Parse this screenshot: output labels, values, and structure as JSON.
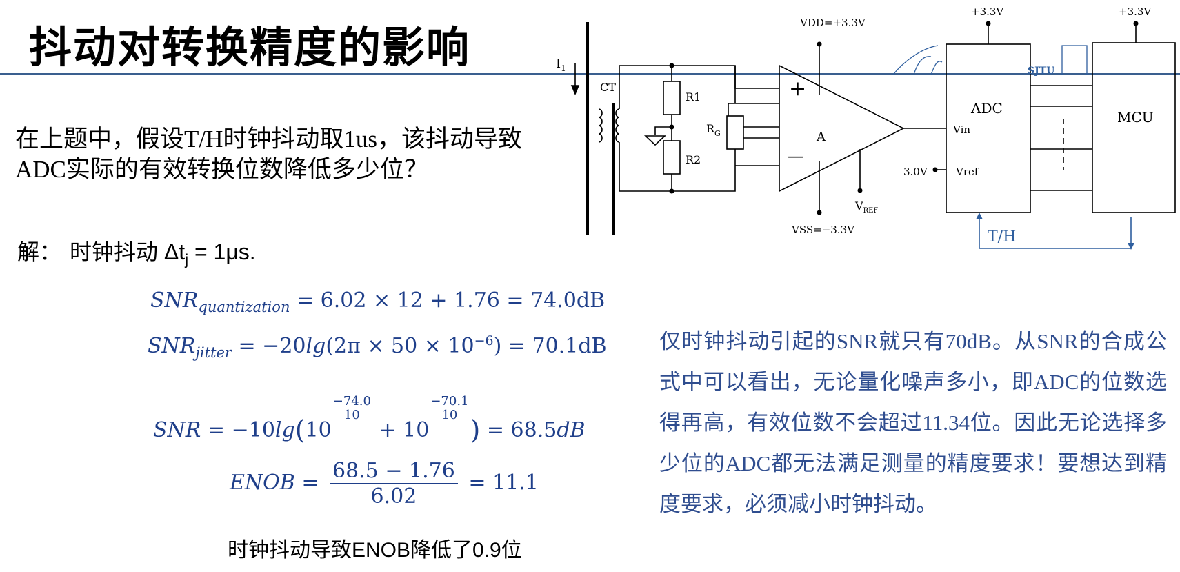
{
  "slide": {
    "title": "抖动对转换精度的影响",
    "question": "在上题中，假设T/H时钟抖动取1us，该抖动导致ADC实际的有效转换位数降低多少位？",
    "solution_label": "解：",
    "solution_text": "时钟抖动 Δt",
    "solution_sub": "j",
    "solution_tail": " = 1μs.",
    "result_text": "时钟抖动导致ENOB降低了0.9位",
    "explanation": "仅时钟抖动引起的SNR就只有70dB。从SNR的合成公式中可以看出，无论量化噪声多小，即ADC的位数选得再高，有效位数不会超过11.34位。因此无论选择多少位的ADC都无法满足测量的精度要求！要想达到精度要求，必须减小时钟抖动。"
  },
  "equations": {
    "eq1": {
      "lhs": "SNR",
      "lhs_sub": "quantization",
      "rhs": " = 6.02 × 12 + 1.76 = 74.0dB"
    },
    "eq2": {
      "lhs": "SNR",
      "lhs_sub": "jitter",
      "rhs_a": " = −20",
      "lg": "lg",
      "rhs_b": "(2π × 50 × 10",
      "exp": "−6",
      "rhs_c": ") = 70.1dB"
    },
    "eq3": {
      "lhs": "SNR",
      "rhs_a": " = −10",
      "lg": "lg",
      "paren_open": "(",
      "base1": "10",
      "exp1_num": "−74.0",
      "exp1_den": "10",
      "plus": " + ",
      "base2": "10",
      "exp2_num": "−70.1",
      "exp2_den": "10",
      "paren_close": ")",
      "rhs_b": " = 68.5",
      "unit": "dB"
    },
    "eq4": {
      "lhs": "ENOB",
      "eq": " = ",
      "num": "68.5 − 1.76",
      "den": "6.02",
      "rhs": " = 11.1"
    }
  },
  "circuit": {
    "current": "I",
    "current_sub": "1",
    "ct": "CT",
    "r1": "R1",
    "r2": "R2",
    "rg": "R",
    "rg_sub": "G",
    "amp": "A",
    "plus": "+",
    "minus": "—",
    "vdd": "VDD=+3.3V",
    "vss": "VSS=−3.3V",
    "vref_label": "V",
    "vref_sub": "REF",
    "adc": "ADC",
    "vin": "Vin",
    "vref": "Vref",
    "vref_voltage": "3.0V",
    "adc_supply": "+3.3V",
    "mcu": "MCU",
    "mcu_supply": "+3.3V",
    "th": "T/H",
    "watermark": "SJTU"
  }
}
